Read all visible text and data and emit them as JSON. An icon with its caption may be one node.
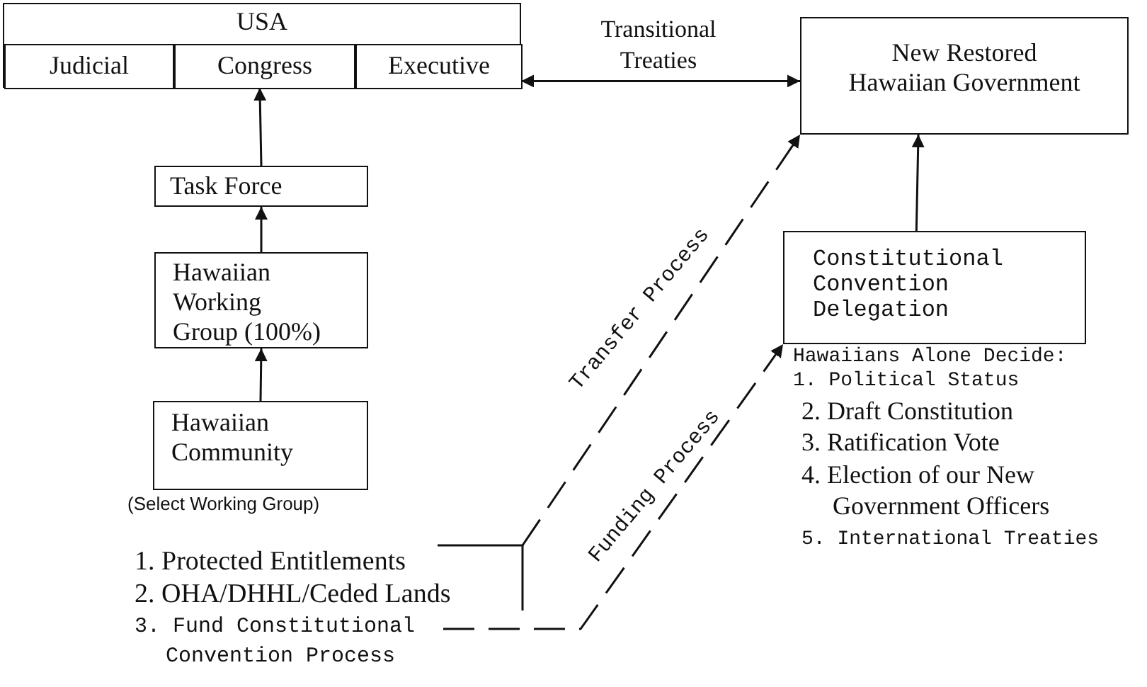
{
  "diagram": {
    "nodes": [
      {
        "text": [
          "USA"
        ]
      },
      {
        "text": [
          "Judicial"
        ],
        "in": 0
      },
      {
        "text": [
          "Congress"
        ],
        "in": 0
      },
      {
        "text": [
          "Executive"
        ],
        "in": 0
      },
      {
        "text": [
          "Task Force"
        ]
      },
      {
        "text": [
          "Hawaiian Working Group (100%)"
        ]
      },
      {
        "text": [
          "Hawaiian Community"
        ],
        "beside": [
          "(Select Working Group)"
        ]
      },
      {
        "text": [
          "New Restored Hawaiian Government"
        ]
      },
      {
        "text": [
          "Constitutional Convention Delegation"
        ]
      },
      {
        "text": [
          "1. Protected Entitlements",
          "2. OHA/DHHL/Ceded Lands"
        ]
      },
      {
        "text": [
          "3. Fund Constitutional Convention Process"
        ]
      }
    ],
    "edges": [
      {
        "from": 4,
        "to": 2,
        "arrow": "to"
      },
      {
        "from": 5,
        "to": 4,
        "arrow": "to"
      },
      {
        "from": 6,
        "to": 5,
        "arrow": "to"
      },
      {
        "from": 0,
        "to": 7,
        "arrow": "both",
        "label": "Transitional Treaties"
      },
      {
        "from": 8,
        "to": 7,
        "arrow": "to"
      },
      {
        "from": 9,
        "to": 7,
        "arrow": "to",
        "style": "dashed",
        "label": "Transfer Process"
      },
      {
        "from": 10,
        "to": 8,
        "arrow": "to",
        "style": "dashed",
        "label": "Funding Process"
      }
    ],
    "labels": [
      "Hawaiians Alone Decide:",
      "1. Political Status",
      "2. Draft Constitution",
      "3. Ratification Vote",
      "4. Election of our New Government Officers",
      "5. International Treaties"
    ]
  }
}
